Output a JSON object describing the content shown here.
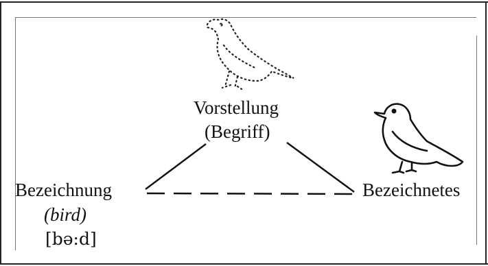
{
  "concept": {
    "label": "Vorstellung",
    "sublabel": "(Begriff)"
  },
  "signifier": {
    "label": "Bezeichnung",
    "word": "(bird)",
    "ipa": "[bə:d]"
  },
  "referent": {
    "label": "Bezeichnetes"
  },
  "icons": {
    "concept_image": "dotted-bird-icon",
    "referent_image": "bird-icon"
  }
}
